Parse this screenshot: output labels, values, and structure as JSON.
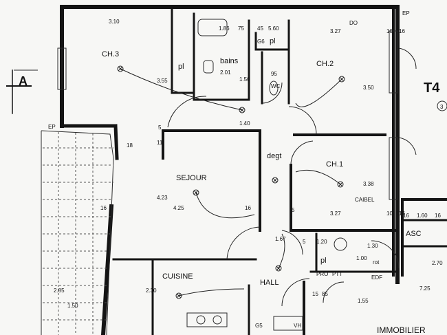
{
  "rooms": {
    "ch3": "CH.3",
    "pl1": "pl",
    "bains": "bains",
    "pl2": "pl",
    "wc": "WC",
    "ch2": "CH.2",
    "sejour": "SEJOUR",
    "degt": "degt",
    "ch1": "CH.1",
    "cuisine": "CUISINE",
    "hall": "HALL",
    "pl3": "pl",
    "asc": "ASC",
    "g5": "G5",
    "vh": "VH",
    "rot": "rot"
  },
  "dims": {
    "d310": "3.10",
    "d186": "1.86",
    "d75": "75",
    "d45": "45",
    "d560": "5.60",
    "d327a": "3.27",
    "d10a": "10",
    "d16a": "16",
    "d355": "3.55",
    "d201": "2.01",
    "d150": "1.50",
    "d95": "95",
    "d350": "3.50",
    "d423": "4.23",
    "d425": "4.25",
    "d338": "3.38",
    "d327b": "3.27",
    "d167": "1.67",
    "d120": "1.20",
    "d130": "1.30",
    "d100": "1.00",
    "d230": "2.30",
    "d285": "2.85",
    "d150b": "1.50",
    "d85": "85",
    "d155": "1.55",
    "d725": "7.25",
    "d270": "2.70",
    "d160": "1.60",
    "d16b": "16",
    "d16c": "16",
    "d140": "1.40",
    "d5a": "5",
    "d11": "11",
    "d18": "18",
    "d16d": "16",
    "d10b": "10",
    "d16e": "16",
    "d16f": "16",
    "d15": "15",
    "d5b": "5",
    "d5c": "5"
  },
  "labels": {
    "ep1": "EP",
    "ep2": "EP",
    "do": "DO",
    "g6": "G6",
    "caibel": "CAIBEL",
    "pro": "PRO",
    "ptt": "PTT",
    "edf": "EDF",
    "section": "A",
    "type": "T4",
    "circle3": "3",
    "watermark": "IMMOBILIER"
  }
}
